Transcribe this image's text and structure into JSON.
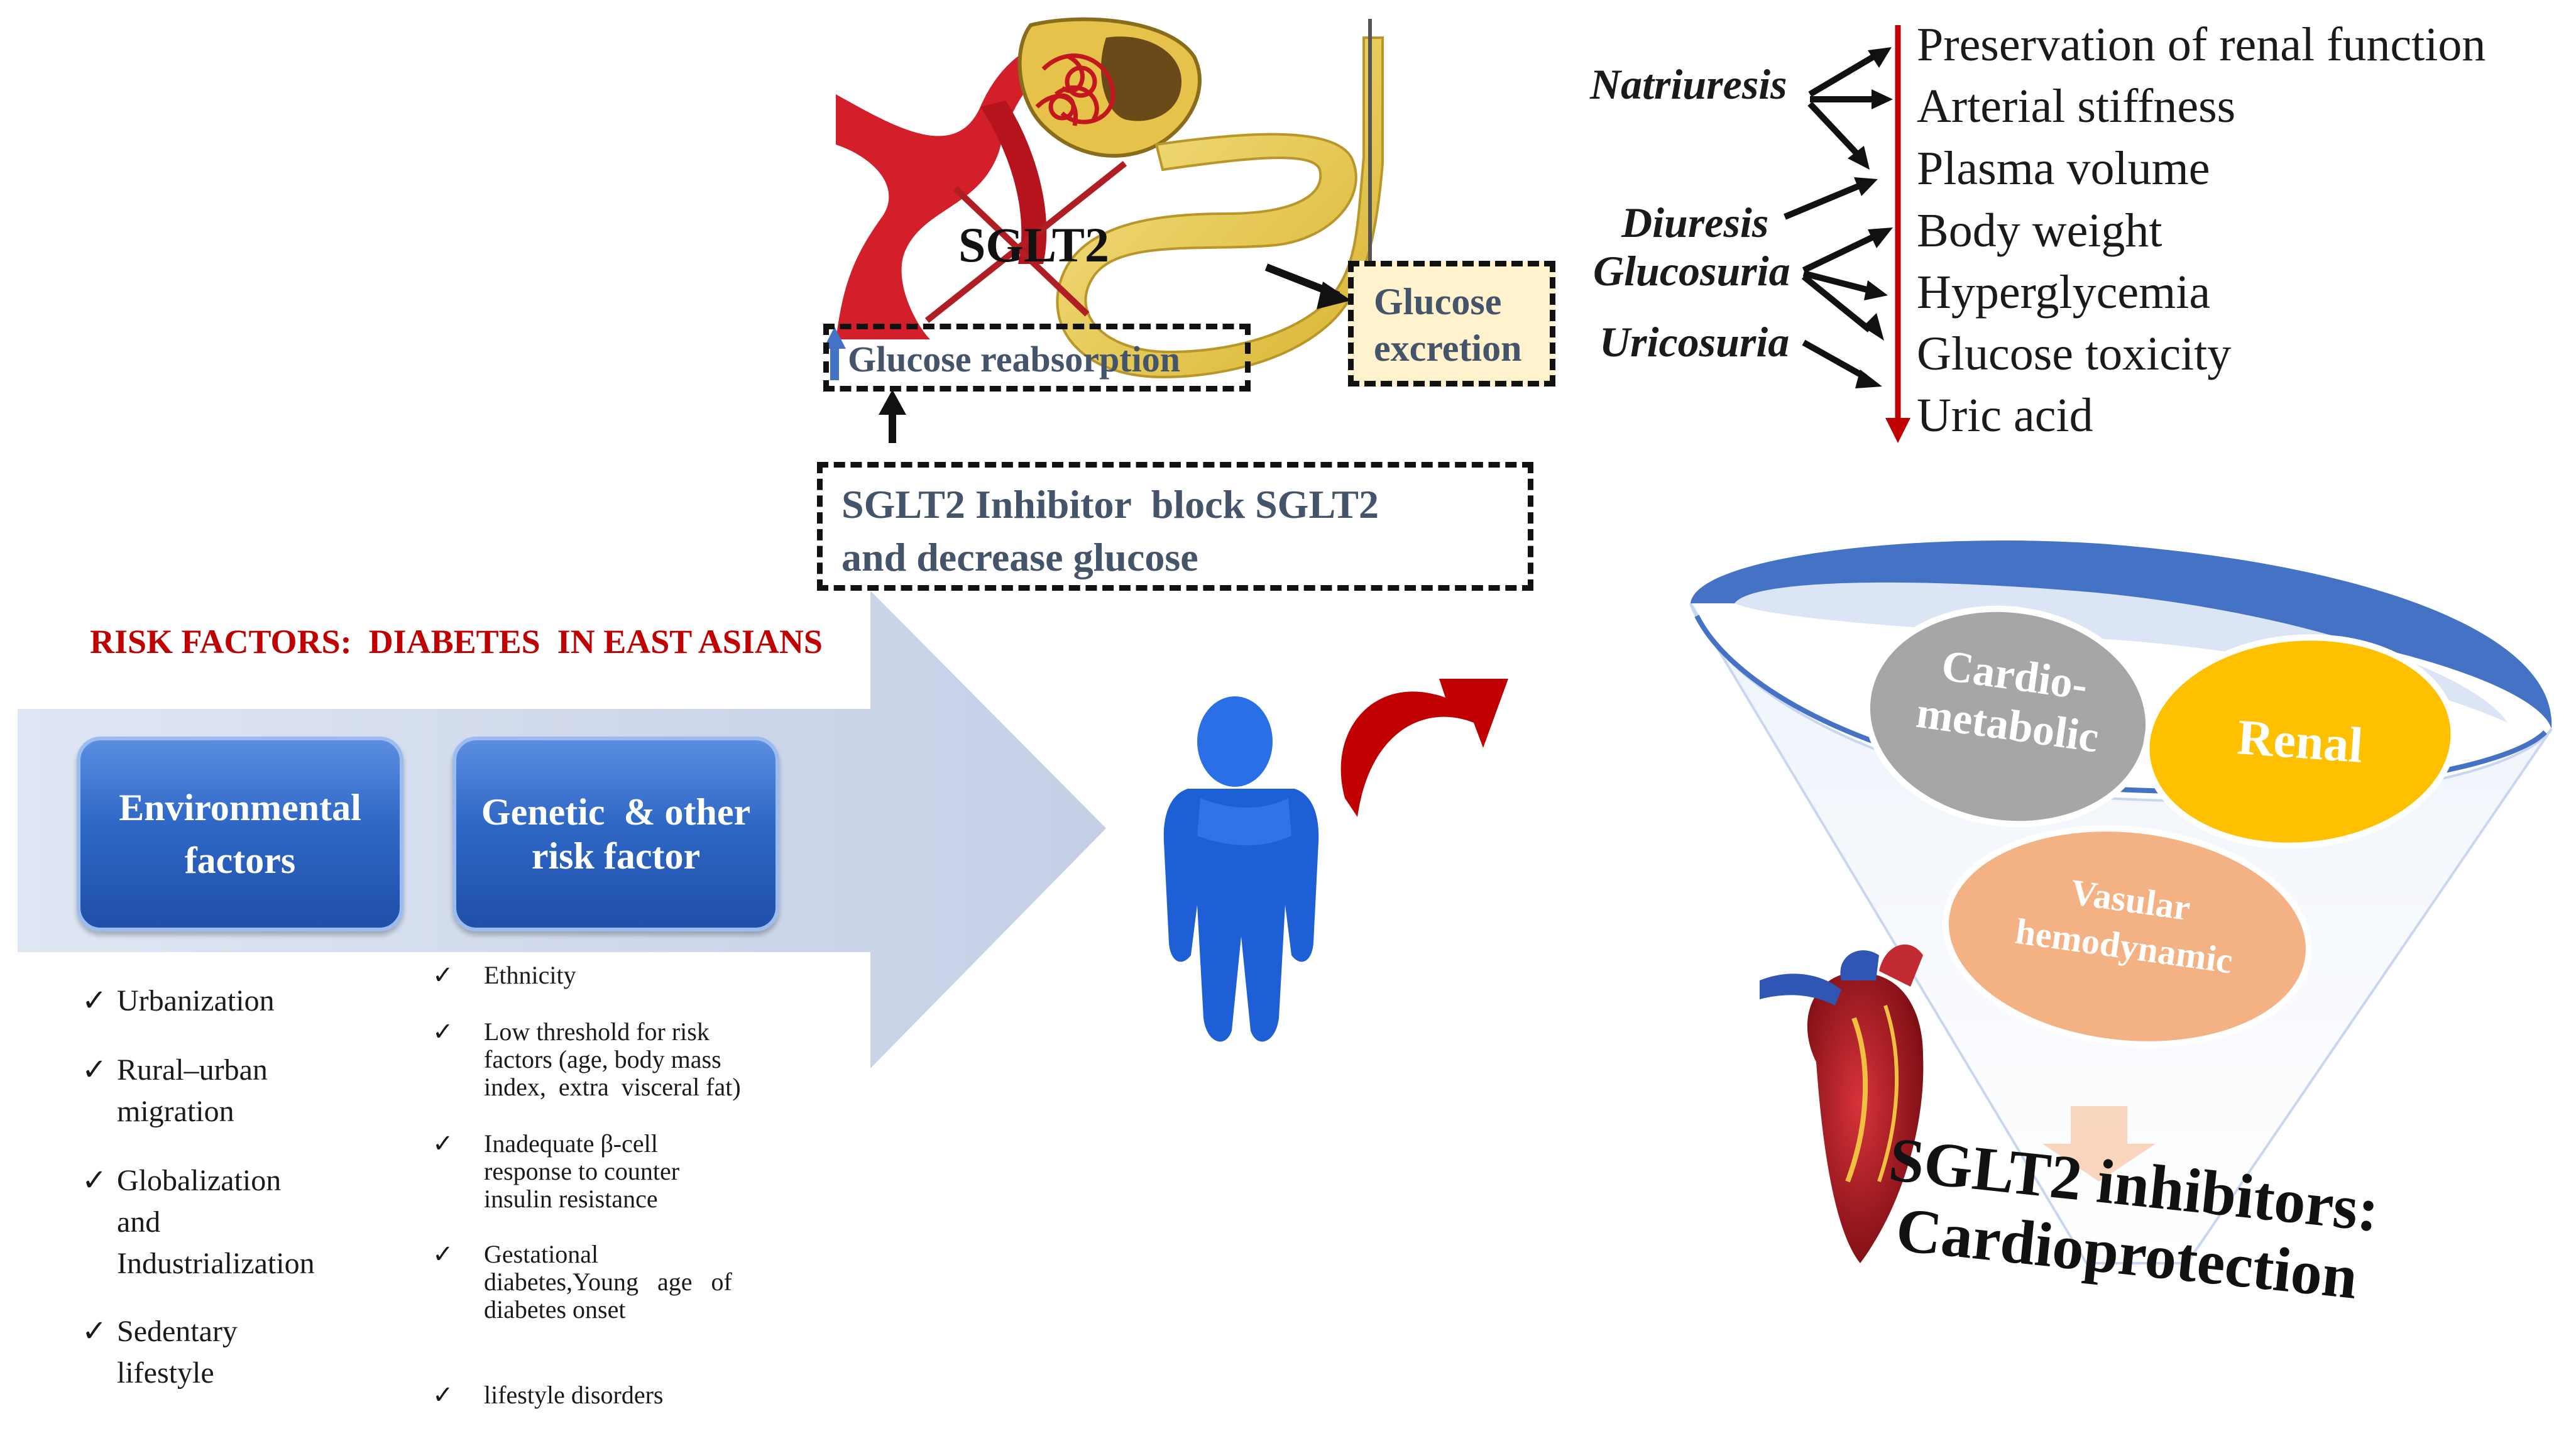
{
  "kidney": {
    "sglt2_label": "SGLT2",
    "reabsorption_box": "Glucose reabsorption",
    "excretion_box": [
      "Glucose",
      "excretion"
    ],
    "inhibitor_box": [
      "SGLT2 Inhibitor  block SGLT2",
      "and decrease glucose"
    ]
  },
  "effects": {
    "mechanisms": [
      "Natriuresis",
      "Diuresis",
      "Glucosuria",
      "Uricosuria"
    ],
    "outcomes": [
      "Preservation of renal function",
      "Arterial stiffness",
      "Plasma volume",
      "Body weight",
      "Hyperglycemia",
      "Glucose toxicity",
      "Uric acid"
    ]
  },
  "risk": {
    "title": "RISK FACTORS:  DIABETES  IN EAST ASIANS",
    "environmental_button": [
      "Environmental",
      "factors"
    ],
    "genetic_button": [
      "Genetic  & other",
      "risk factor"
    ],
    "environmental_items": [
      [
        "Urbanization"
      ],
      [
        "Rural–urban",
        "migration"
      ],
      [
        "Globalization",
        "and",
        "Industrialization"
      ],
      [
        "Sedentary",
        "lifestyle"
      ]
    ],
    "genetic_items": [
      [
        "Ethnicity"
      ],
      [
        "Low threshold for risk",
        "factors (age, body mass",
        "index,  extra  visceral fat)"
      ],
      [
        "Inadequate β-cell",
        "response to counter",
        "insulin resistance"
      ],
      [
        "Gestational",
        "diabetes,Young   age   of",
        "diabetes onset"
      ],
      [
        "lifestyle disorders"
      ]
    ],
    "check_mark": "✓"
  },
  "funnel": {
    "ellipses": [
      {
        "label": [
          "Cardio-",
          "metabolic"
        ],
        "color": "#a6a6a6"
      },
      {
        "label": [
          "Renal"
        ],
        "color": "#ffc000"
      },
      {
        "label": [
          "Vasular",
          "hemodynamic"
        ],
        "color": "#f4b183"
      }
    ],
    "rim_color": "#4472c4",
    "conclusion": [
      "SGLT2 inhibitors:",
      "Cardioprotection"
    ]
  },
  "colors": {
    "risk_title": "#c00000",
    "outcome_arrow": "#c00000",
    "box_text": "#44546a",
    "excretion_fill": "#fff2cc",
    "person": "#1f5fd6",
    "curved_arrow": "#c00000"
  }
}
